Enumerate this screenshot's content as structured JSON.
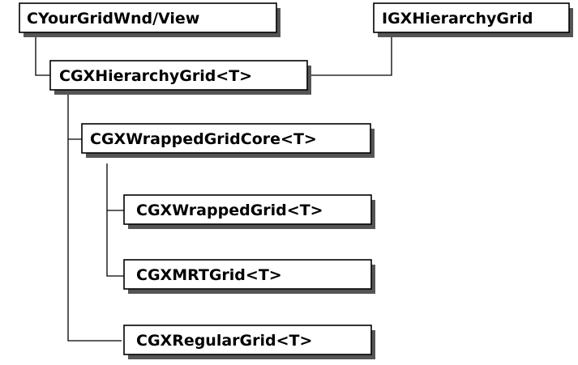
{
  "diagram": {
    "nodes": [
      {
        "id": "your-grid-view",
        "label": "CYourGridWnd/View"
      },
      {
        "id": "igx-hierarchy-grid",
        "label": "IGXHierarchyGrid"
      },
      {
        "id": "cgx-hierarchy-grid",
        "label": "CGXHierarchyGrid<T>"
      },
      {
        "id": "cgx-wrapped-grid-core",
        "label": "CGXWrappedGridCore<T>"
      },
      {
        "id": "cgx-wrapped-grid",
        "label": "CGXWrappedGrid<T>"
      },
      {
        "id": "cgx-mrt-grid",
        "label": "CGXMRTGrid<T>"
      },
      {
        "id": "cgx-regular-grid",
        "label": "CGXRegularGrid<T>"
      }
    ],
    "edges": [
      {
        "from": "your-grid-view",
        "to": "cgx-hierarchy-grid"
      },
      {
        "from": "igx-hierarchy-grid",
        "to": "cgx-hierarchy-grid"
      },
      {
        "from": "cgx-hierarchy-grid",
        "to": "cgx-wrapped-grid-core"
      },
      {
        "from": "cgx-hierarchy-grid",
        "to": "cgx-regular-grid"
      },
      {
        "from": "cgx-wrapped-grid-core",
        "to": "cgx-wrapped-grid"
      },
      {
        "from": "cgx-wrapped-grid-core",
        "to": "cgx-mrt-grid"
      }
    ]
  }
}
